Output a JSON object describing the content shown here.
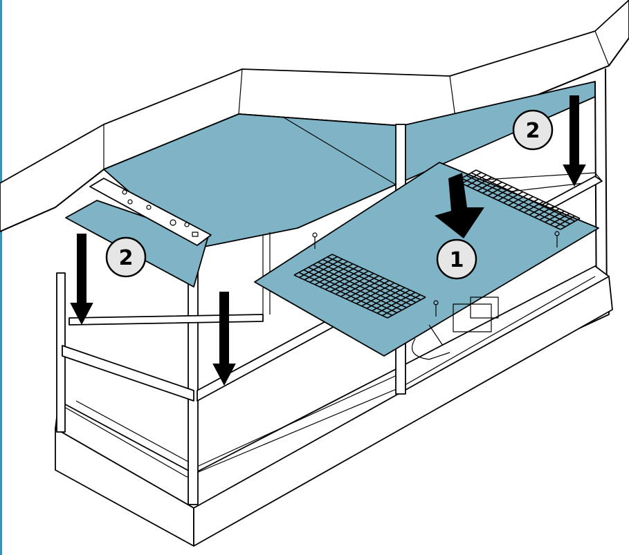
{
  "colors": {
    "panel": "#7fb3c6",
    "outline": "#000000",
    "background": "#ffffff",
    "callout_fill": "#e6e6e6",
    "left_border": "#3a8fb7"
  },
  "callouts": [
    {
      "id": "step-1",
      "text": "1"
    },
    {
      "id": "step-2-left",
      "text": "2"
    },
    {
      "id": "step-2-right",
      "text": "2"
    }
  ],
  "icons": [
    "down-arrow-icon",
    "down-arrow-icon",
    "down-arrow-icon",
    "down-arrow-icon"
  ]
}
